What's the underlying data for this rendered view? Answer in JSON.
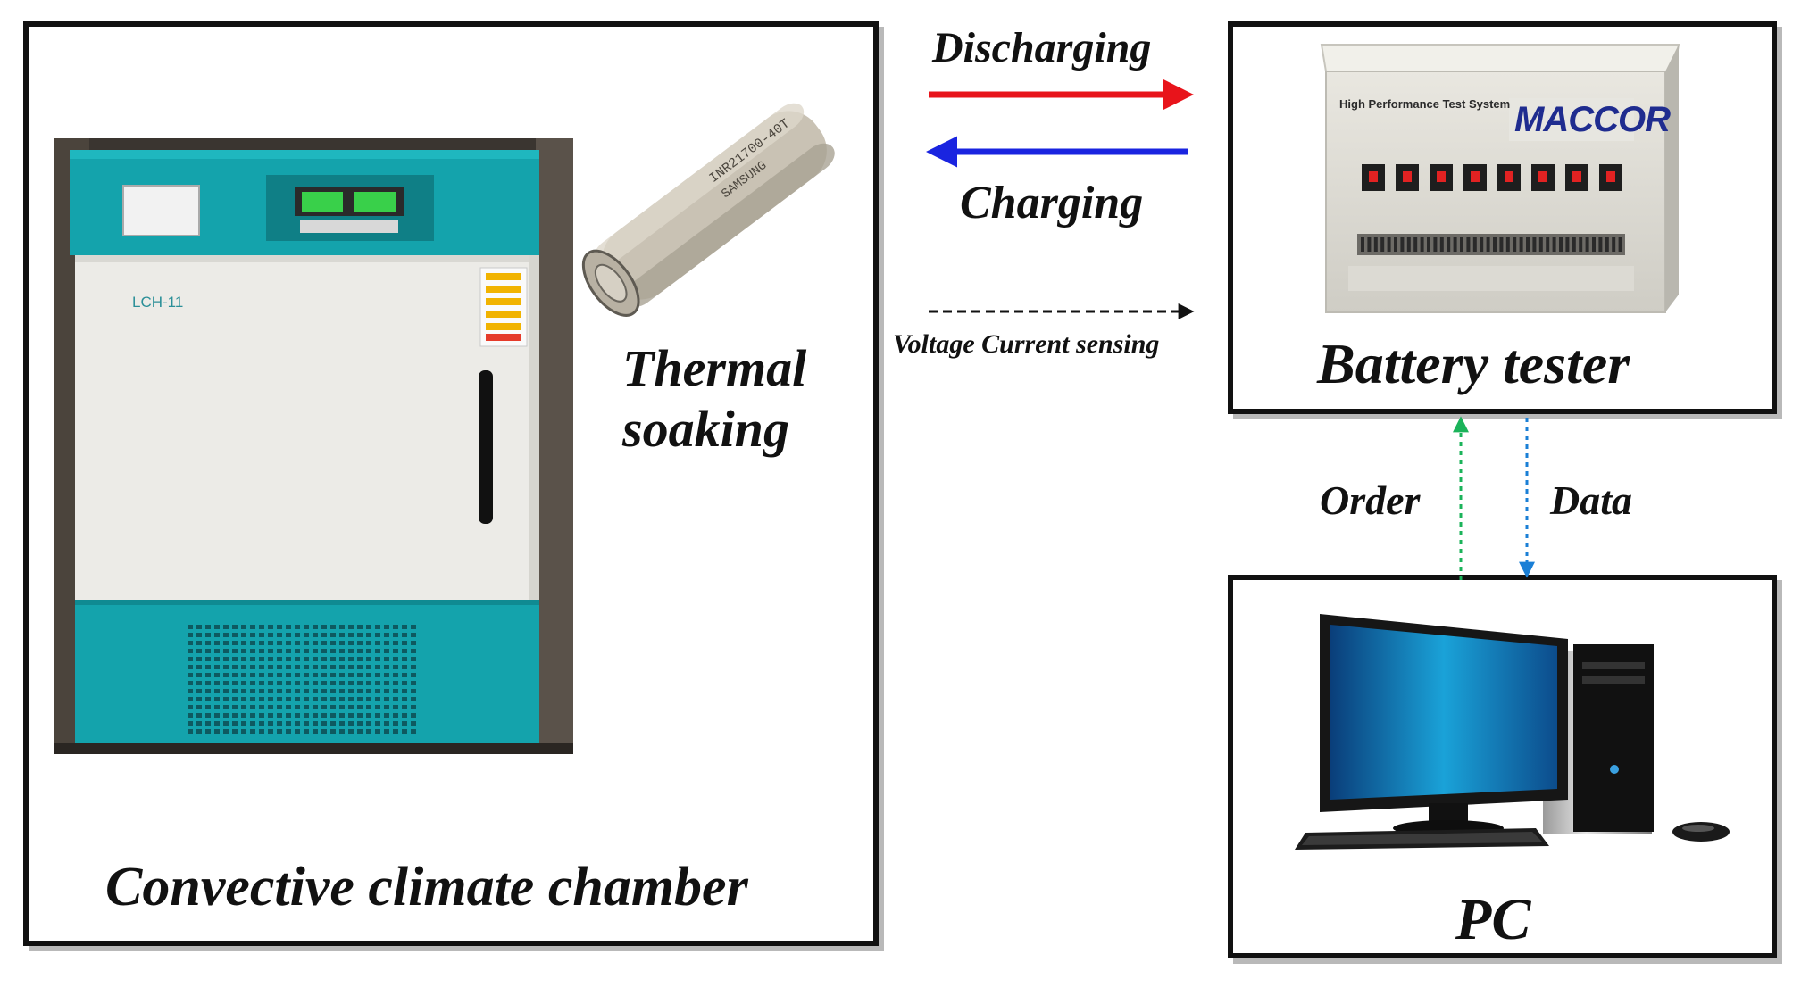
{
  "chamber": {
    "label": "Convective climate chamber",
    "model_badge": "LCH-11"
  },
  "cell": {
    "label_line1": "Thermal",
    "label_line2": "soaking",
    "print_line1": "INR21700-40T",
    "print_line2": "SAMSUNG"
  },
  "tester": {
    "label": "Battery tester",
    "brand": "MACCOR",
    "panel_text": "High Performance Test System"
  },
  "pc": {
    "label": "PC"
  },
  "arrows": {
    "discharging": "Discharging",
    "charging": "Charging",
    "sensing": "Voltage Current sensing",
    "order": "Order",
    "data": "Data"
  },
  "colors": {
    "discharging": "#e8141b",
    "charging": "#1a24e0",
    "sensing": "#111111",
    "order": "#1bb35a",
    "data": "#1a7fd6",
    "chamber_teal": "#14a3ac"
  }
}
